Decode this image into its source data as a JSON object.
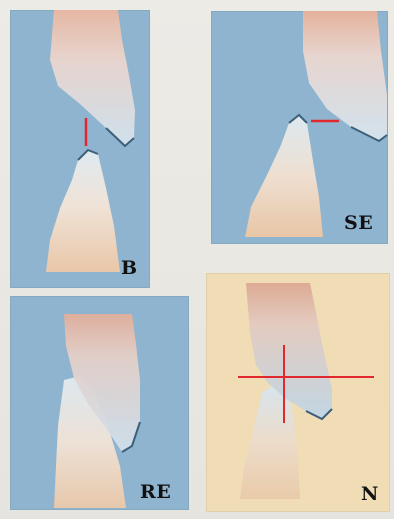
{
  "panels": {
    "b": {
      "label": "B"
    },
    "se": {
      "label": "SE"
    },
    "re": {
      "label": "RE"
    },
    "n": {
      "label": "N"
    }
  },
  "colors": {
    "panel_blue": "#8fb4cf",
    "panel_beige": "#f0dcb5",
    "tooth_white": "#d9e6ee",
    "tooth_root": "#e8c3a6",
    "gum_pink": "#e3b1a0",
    "marker_red": "#e2282e"
  }
}
